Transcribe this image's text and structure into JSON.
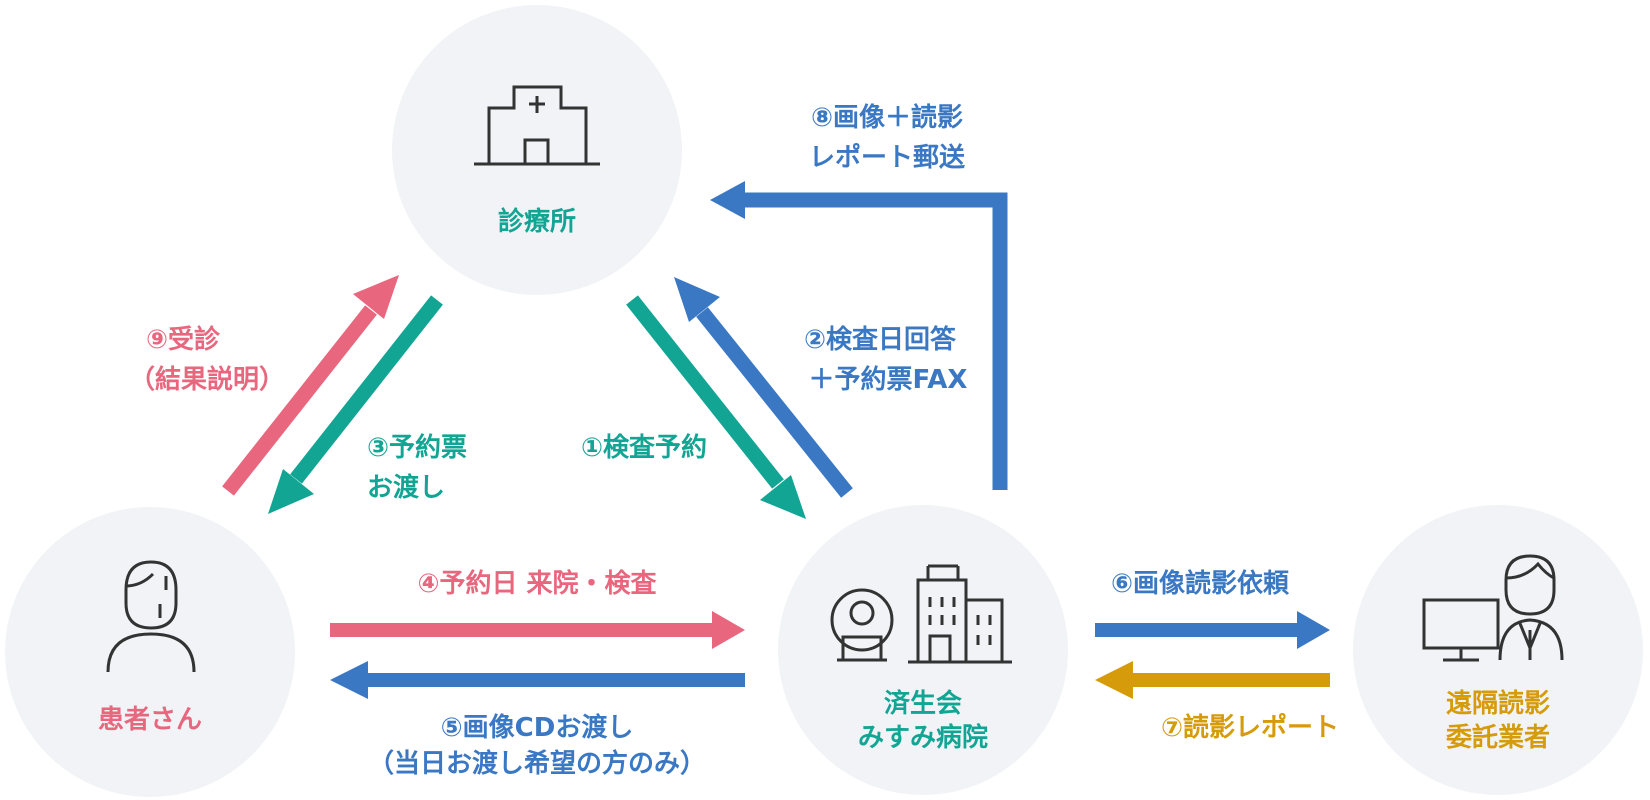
{
  "colors": {
    "teal": "#12a594",
    "blue": "#3b78c4",
    "pink": "#e8677e",
    "gold": "#d69b0b",
    "node_bg": "#f1f3f6",
    "icon": "#333333"
  },
  "nodes": {
    "clinic": {
      "icon": "clinic-building-icon",
      "lines": [
        "診療所"
      ]
    },
    "patient": {
      "icon": "patient-icon",
      "lines": [
        "患者さん"
      ]
    },
    "hospital": {
      "icon": "mri-hospital-icon",
      "lines": [
        "済生会",
        "みすみ病院"
      ]
    },
    "reader": {
      "icon": "doctor-computer-icon",
      "lines": [
        "遠隔読影",
        "委託業者"
      ]
    }
  },
  "steps": {
    "s1": {
      "lines": [
        "①検査予約"
      ]
    },
    "s2": {
      "lines": [
        "②検査日回答",
        "＋予約票FAX"
      ]
    },
    "s3": {
      "lines": [
        "③予約票",
        "お渡し"
      ]
    },
    "s4": {
      "lines": [
        "④予約日 来院・検査"
      ]
    },
    "s5": {
      "lines": [
        "⑤画像CDお渡し",
        "（当日お渡し希望の方のみ）"
      ]
    },
    "s6": {
      "lines": [
        "⑥画像読影依頼"
      ]
    },
    "s7": {
      "lines": [
        "⑦読影レポート"
      ]
    },
    "s8": {
      "lines": [
        "⑧画像＋読影",
        "レポート郵送"
      ]
    },
    "s9": {
      "lines": [
        "⑨受診",
        "（結果説明）"
      ]
    }
  }
}
